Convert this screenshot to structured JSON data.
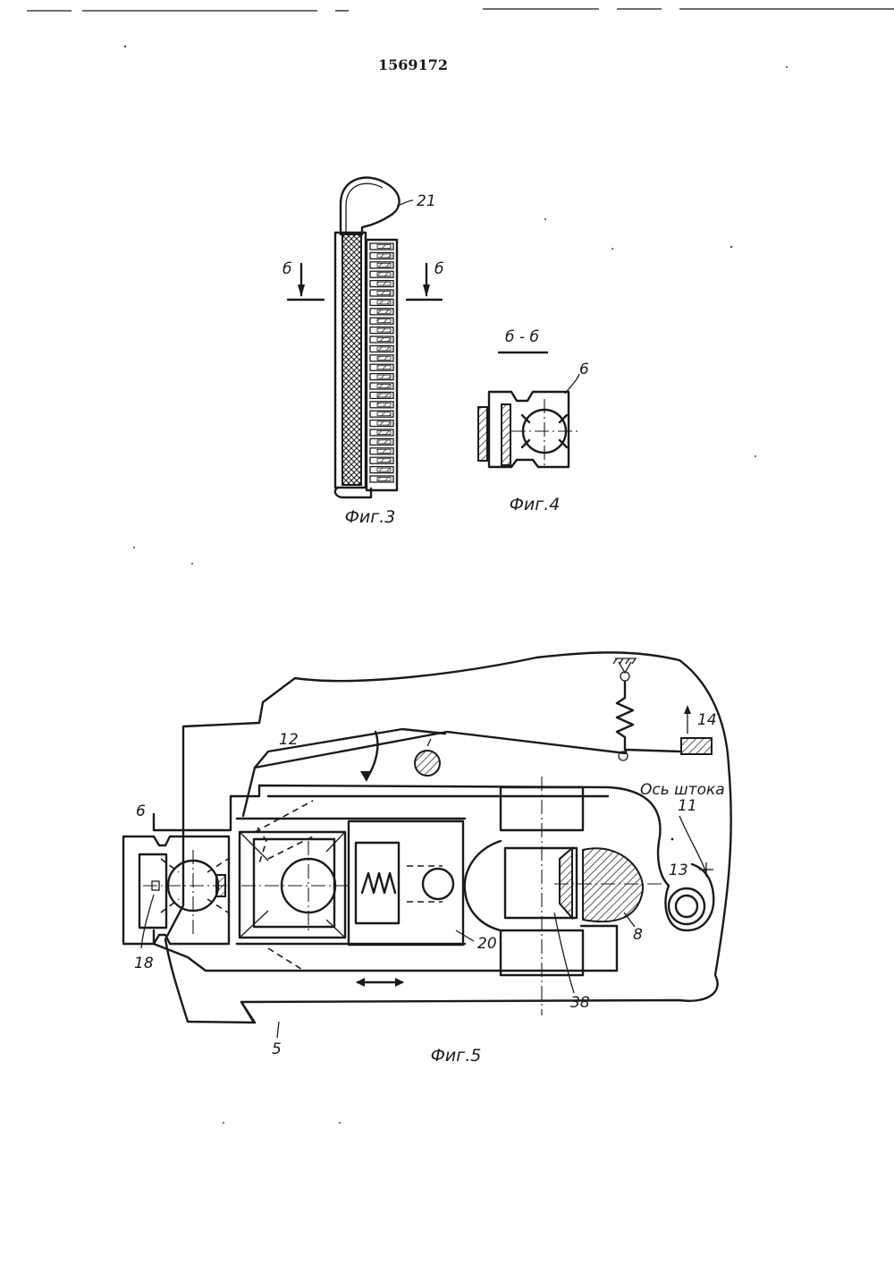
{
  "document": {
    "patent_number": "1569172"
  },
  "fig3": {
    "caption": "Фиг.3",
    "labels": {
      "clip": "21",
      "section_left": "б",
      "section_right": "б"
    }
  },
  "fig4": {
    "section_title": "б - б",
    "caption": "Фиг.4",
    "labels": {
      "part": "6"
    }
  },
  "fig5": {
    "caption": "Фиг.5",
    "labels": {
      "l12": "12",
      "l14": "14",
      "axis_title": "Ось штока",
      "l11": "11",
      "l6": "6",
      "l13": "13",
      "l18": "18",
      "l20": "20",
      "l8": "8",
      "l38": "38",
      "l5": "5"
    }
  }
}
